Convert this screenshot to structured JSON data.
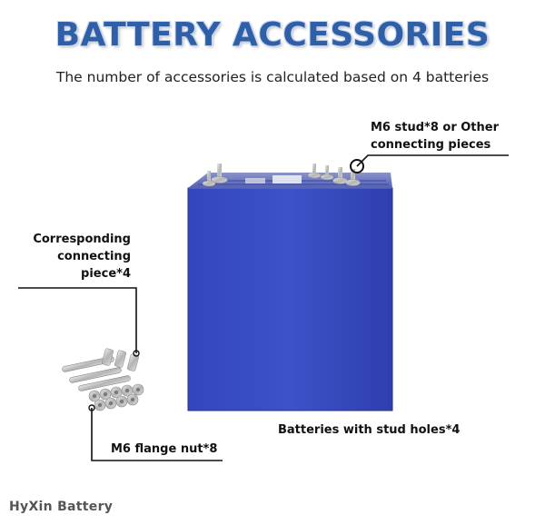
{
  "title": "BATTERY ACCESSORIES",
  "subtitle": "The number of accessories is calculated based on 4 batteries",
  "labels": {
    "stud_line1": "M6 stud*8 or Other",
    "stud_line2": "connecting pieces",
    "connector_line1": "Corresponding",
    "connector_line2": "connecting",
    "connector_line3": "piece*4",
    "nut": "M6 flange nut*8",
    "batteries": "Batteries with stud holes*4"
  },
  "brand": "HyXin Battery",
  "colors": {
    "title": "#2f5fa6",
    "battery_face": "#3b4fc4",
    "battery_side": "#2b3aa0",
    "battery_top": "#6a78c8"
  }
}
